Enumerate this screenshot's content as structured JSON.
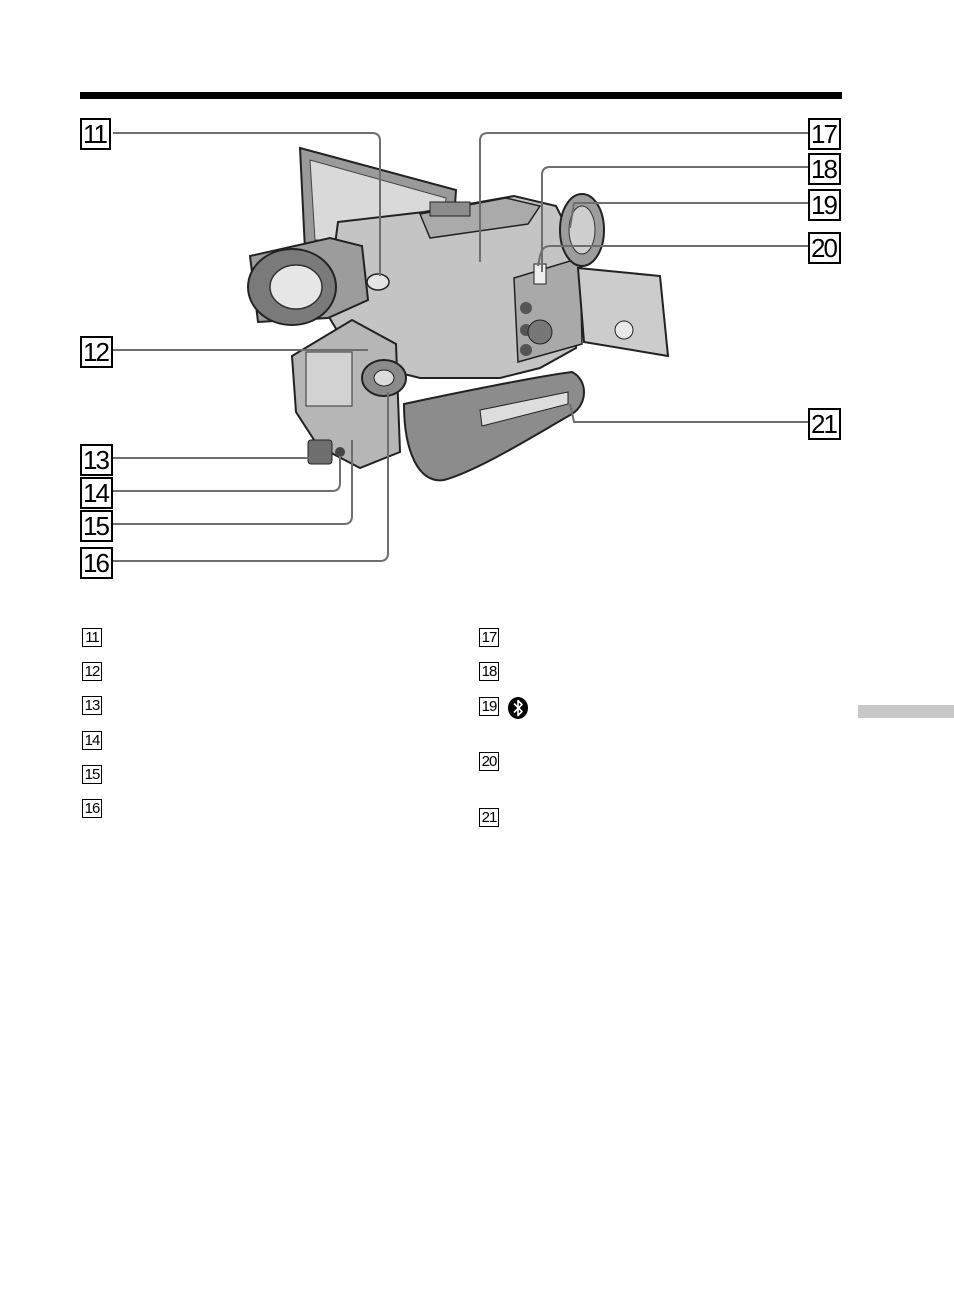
{
  "callouts": {
    "c11": "11",
    "c12": "12",
    "c13": "13",
    "c14": "14",
    "c15": "15",
    "c16": "16",
    "c17": "17",
    "c18": "18",
    "c19": "19",
    "c20": "20",
    "c21": "21"
  },
  "legend": {
    "l11": "11",
    "l12": "12",
    "l13": "13",
    "l14": "14",
    "l15": "15",
    "l16": "16",
    "l17": "17",
    "l18": "18",
    "l19": "19",
    "l20": "20",
    "l21": "21"
  },
  "icons": {
    "legend_19_icon": "bluetooth-icon"
  },
  "colors": {
    "rule": "#000000",
    "side_tab": "#c8c8c8",
    "illustration_fill": "#bdbdbd",
    "illustration_dark": "#6e6e6e"
  }
}
